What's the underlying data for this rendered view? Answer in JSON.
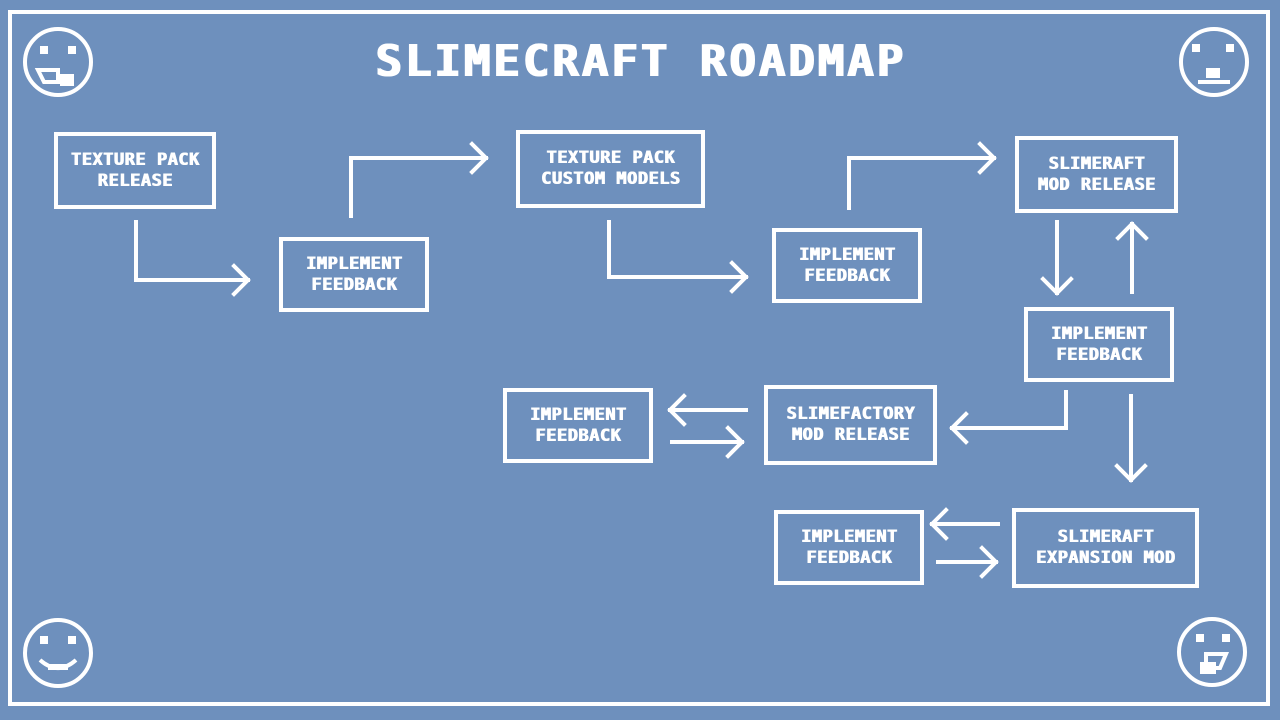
{
  "title": "SLIMECRAFT ROADMAP",
  "boxes": {
    "texture_pack_release": "TEXTURE PACK\nRELEASE",
    "feedback_1": "IMPLEMENT\nFEEDBACK",
    "texture_pack_custom_models": "TEXTURE PACK\nCUSTOM MODELS",
    "feedback_2": "IMPLEMENT\nFEEDBACK",
    "slimecraft_mod_release": "SLIMERAFT\nMOD RELEASE",
    "feedback_3": "IMPLEMENT\nFEEDBACK",
    "slimefactory_mod_release": "SLIMEFACTORY\nMOD RELEASE",
    "feedback_4": "IMPLEMENT\nFEEDBACK",
    "slimecraft_expansion_mod": "SLIMERAFT\nEXPANSION MOD",
    "feedback_5": "IMPLEMENT\nFEEDBACK"
  },
  "decorations": [
    "slime-face-icon",
    "slime-face-icon",
    "slime-face-icon",
    "slime-face-icon"
  ],
  "colors": {
    "background": "#6e90bd",
    "foreground": "#ffffff"
  }
}
